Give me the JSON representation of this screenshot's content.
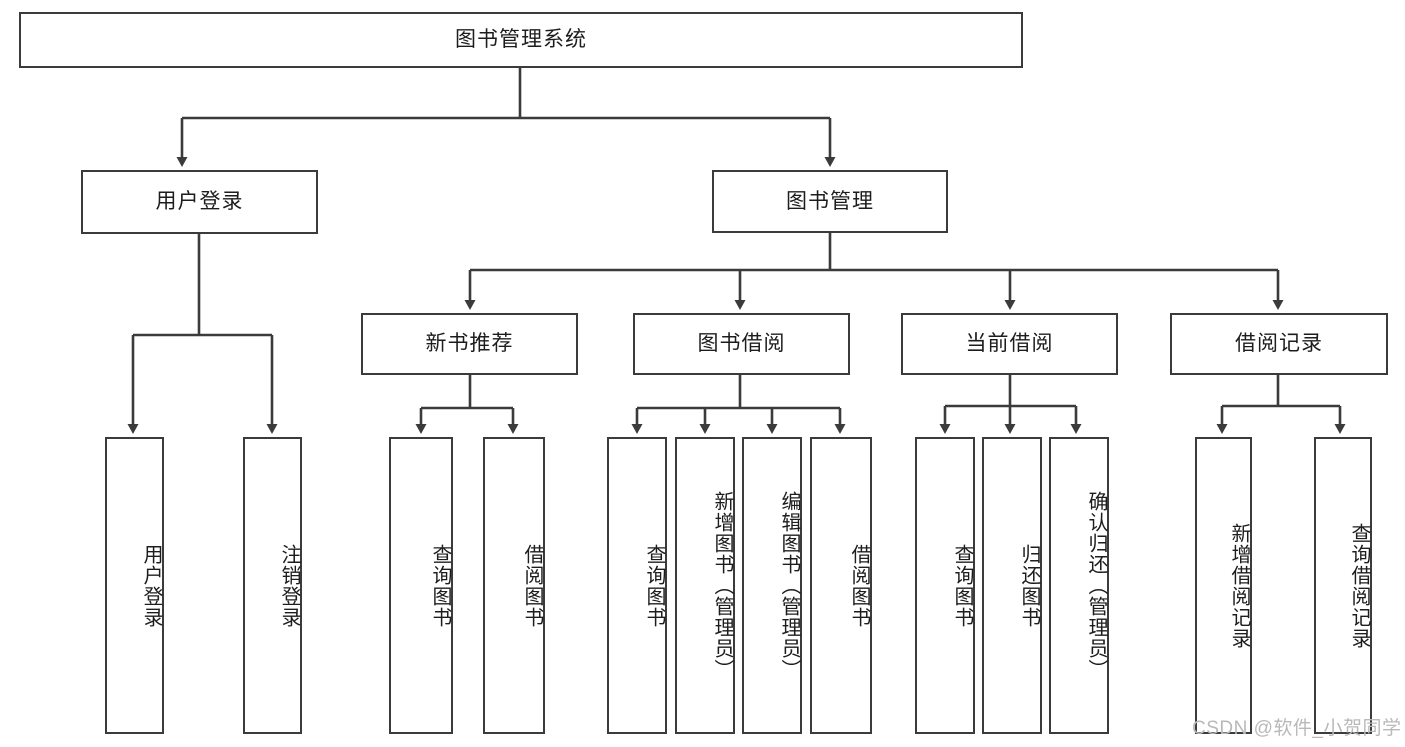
{
  "diagram": {
    "type": "tree",
    "title": "图书管理系统",
    "root": {
      "label": "图书管理系统"
    },
    "level1": [
      {
        "label": "用户登录"
      },
      {
        "label": "图书管理"
      }
    ],
    "level2": [
      {
        "label": "新书推荐",
        "parent": "图书管理"
      },
      {
        "label": "图书借阅",
        "parent": "图书管理"
      },
      {
        "label": "当前借阅",
        "parent": "图书管理"
      },
      {
        "label": "借阅记录",
        "parent": "图书管理"
      }
    ],
    "leaves": {
      "user_login": [
        {
          "label": "用户登录"
        },
        {
          "label": "注销登录"
        }
      ],
      "new_book_recommend": [
        {
          "label": "查询图书"
        },
        {
          "label": "借阅图书"
        }
      ],
      "book_borrow": [
        {
          "label": "查询图书"
        },
        {
          "label": "新增图书（管理员）"
        },
        {
          "label": "编辑图书（管理员）"
        },
        {
          "label": "借阅图书"
        }
      ],
      "current_borrow": [
        {
          "label": "查询图书"
        },
        {
          "label": "归还图书"
        },
        {
          "label": "确认归还（管理员）"
        }
      ],
      "borrow_record": [
        {
          "label": "新增借阅记录"
        },
        {
          "label": "查询借阅记录"
        }
      ]
    }
  },
  "watermark": {
    "text": "CSDN @软件_小贺同学"
  },
  "colors": {
    "stroke": "#3b3b3b",
    "background": "#ffffff",
    "text": "#1d1d1d",
    "watermark": "#b9b9b9"
  }
}
